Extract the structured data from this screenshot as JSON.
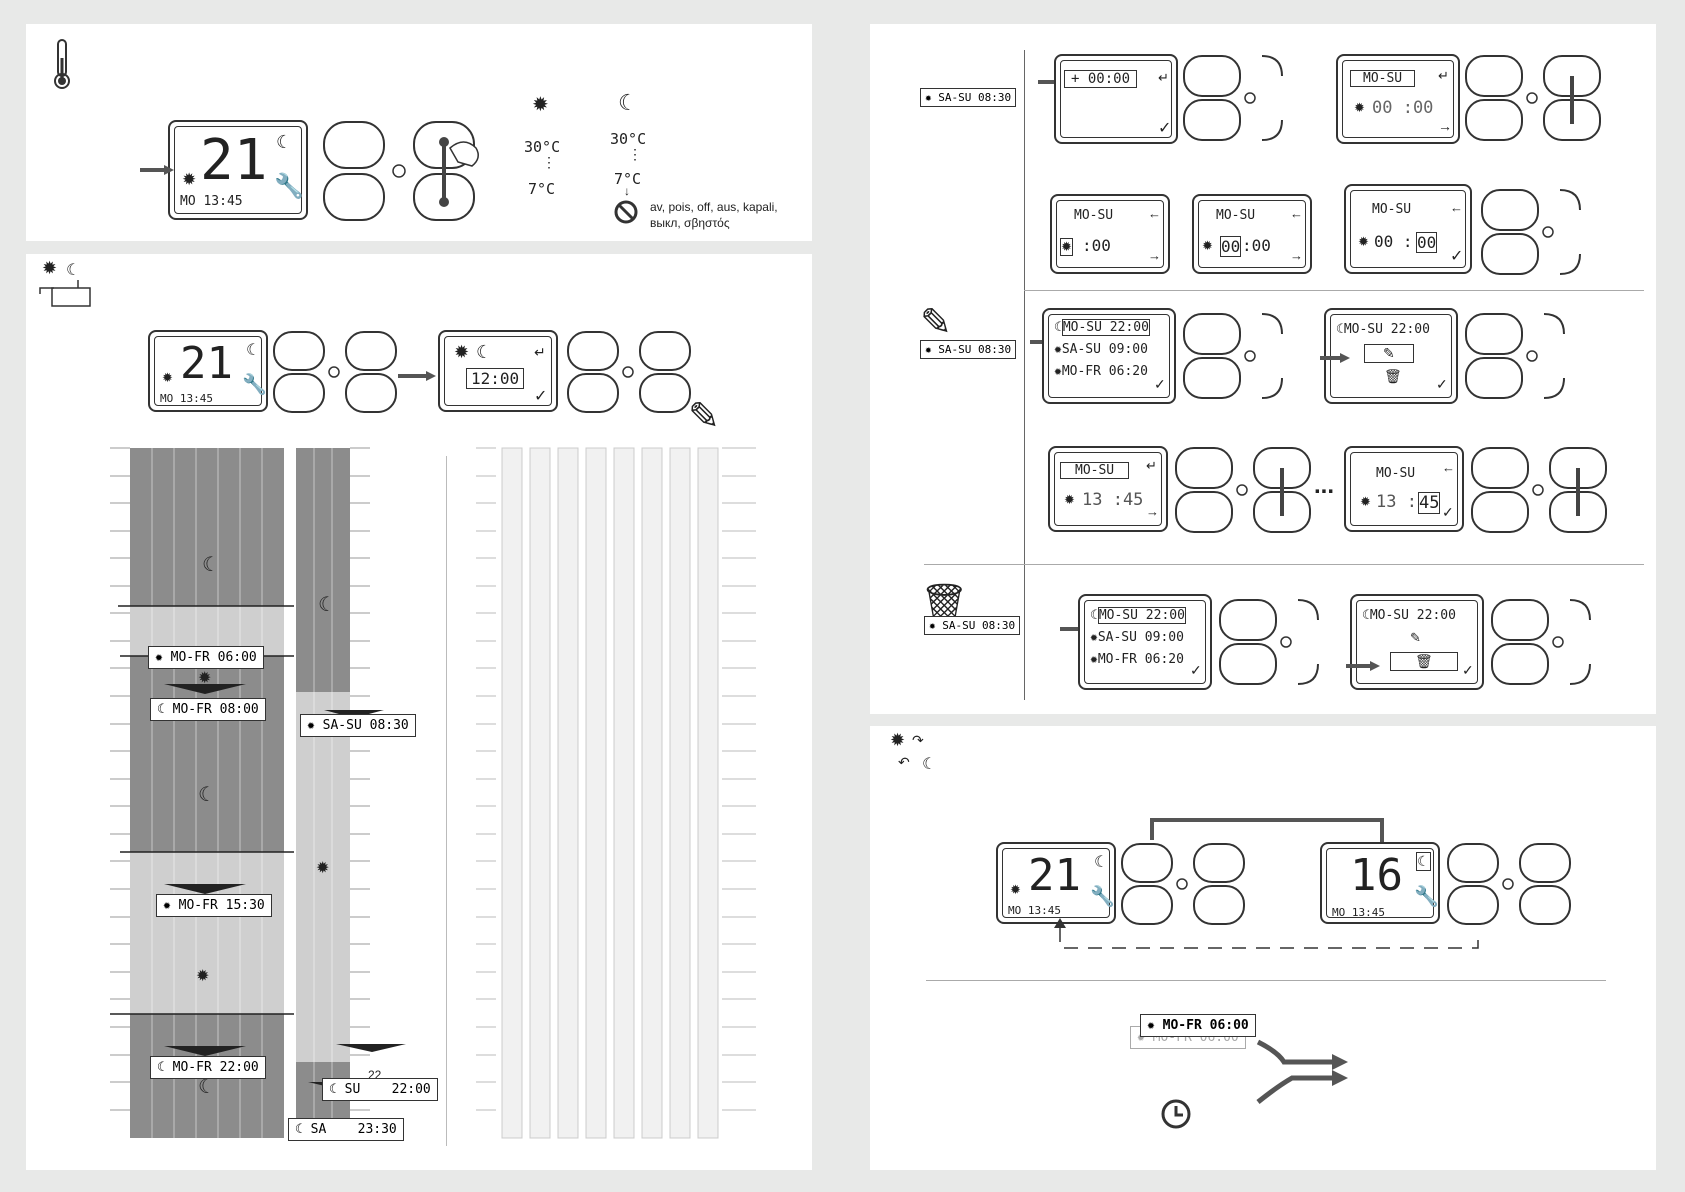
{
  "temperature": {
    "lcd_temp": "21",
    "lcd_day_time": "MO 13:45",
    "comfort_max": "30°C",
    "comfort_min": "7°C",
    "eco_max": "30°C",
    "eco_min": "7°C",
    "off_words_1": "av, pois, off, aus, kapali,",
    "off_words_2": "выкл, σβηστός"
  },
  "program": {
    "lcd_temp": "21",
    "lcd_day_time": "MO 13:45",
    "lcd_time_box": "12:00",
    "events": {
      "mofr_0600": "MO-FR 06:00",
      "mofr_0800": "MO-FR 08:00",
      "mofr_1530": "MO-FR 15:30",
      "mofr_2200": "MO-FR 22:00",
      "sasu_0830": "SA-SU 08:30",
      "su_2200": "SU    22:00",
      "sa_2330": "SA    23:30",
      "hour_mark": "22"
    }
  },
  "edit": {
    "add_tag": "SA-SU 08:30",
    "add_screen_time": "00:00",
    "day_range": "MO-SU",
    "time_0000": "00 :00",
    "time_hour_box": "00",
    "time_min_box": ":00",
    "time_min_box2": "00",
    "time_colon": "00 :",
    "edit_tag": "SA-SU 08:30",
    "list_1": "MO-SU 22:00",
    "list_2": "SA-SU 09:00",
    "list_3": "MO-FR 06:20",
    "time_1345": "13 :45",
    "time_13": "13 :",
    "time_45": "45",
    "ellipsis": "...",
    "delete_tag": "SA-SU 08:30"
  },
  "override": {
    "lcd1_temp": "21",
    "lcd1_day_time": "MO 13:45",
    "lcd2_temp": "16",
    "lcd2_day_time": "MO 13:45",
    "next_event_tag": "MO-FR 06:00",
    "next_event_shadow": "MO-FR 06:00"
  },
  "colors": {
    "dark_bar": "#8c8c8c",
    "light_bar": "#cfcfcf",
    "ink": "#333333",
    "empty_bar": "#f1f1f1"
  }
}
